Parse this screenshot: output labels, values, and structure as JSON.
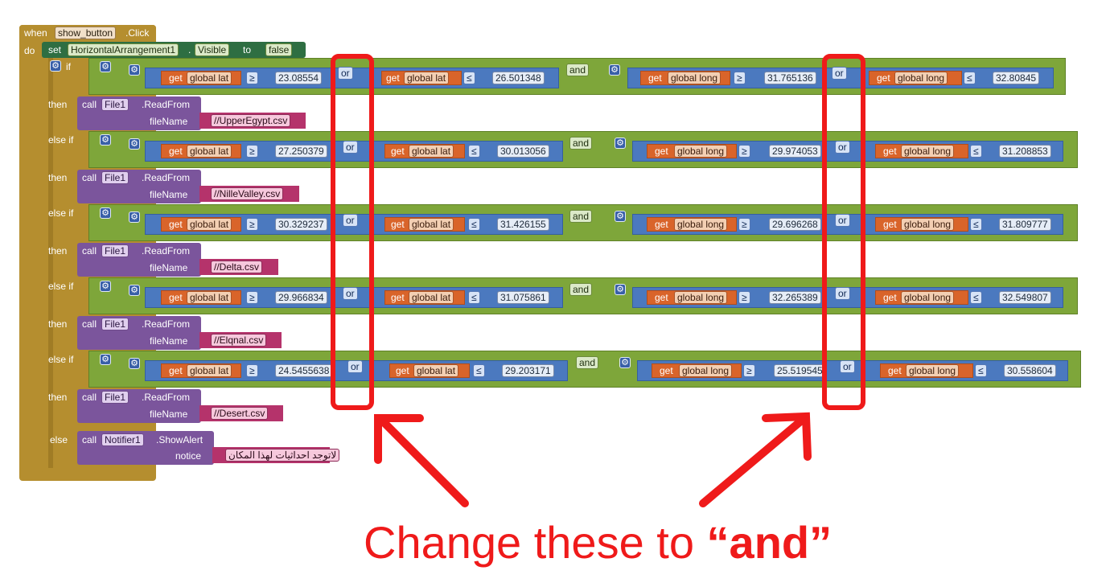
{
  "event": {
    "when": "when",
    "component": "show_button",
    "event_name": ".Click",
    "do": "do"
  },
  "set_block": {
    "set": "set",
    "component": "HorizontalArrangement1",
    "dot": ".",
    "property": "Visible",
    "to": "to",
    "value": "false"
  },
  "labels": {
    "if": "if",
    "else_if": "else if",
    "then": "then",
    "else": "else",
    "or": "or",
    "and": "and",
    "get": "get",
    "ge": "≥",
    "le": "≤"
  },
  "vars": {
    "lat": "global lat",
    "long": "global long"
  },
  "conditions": [
    {
      "lat_min": "23.08554",
      "lat_max": "26.501348",
      "long_min": "31.765136",
      "long_max": "32.80845"
    },
    {
      "lat_min": "27.250379",
      "lat_max": "30.013056",
      "long_min": "29.974053",
      "long_max": "31.208853"
    },
    {
      "lat_min": "30.329237",
      "lat_max": "31.426155",
      "long_min": "29.696268",
      "long_max": "31.809777"
    },
    {
      "lat_min": "29.966834",
      "lat_max": "31.075861",
      "long_min": "32.265389",
      "long_max": "32.549807"
    },
    {
      "lat_min": "24.5455638",
      "lat_max": "29.203171",
      "long_min": "25.519545",
      "long_max": "30.558604"
    }
  ],
  "calls": [
    {
      "component": "File1",
      "method": ".ReadFrom",
      "param": "fileName",
      "value": "//UpperEgypt.csv"
    },
    {
      "component": "File1",
      "method": ".ReadFrom",
      "param": "fileName",
      "value": "//NilleValley.csv"
    },
    {
      "component": "File1",
      "method": ".ReadFrom",
      "param": "fileName",
      "value": "//Delta.csv"
    },
    {
      "component": "File1",
      "method": ".ReadFrom",
      "param": "fileName",
      "value": "//Elqnal.csv"
    },
    {
      "component": "File1",
      "method": ".ReadFrom",
      "param": "fileName",
      "value": "//Desert.csv"
    }
  ],
  "else_call": {
    "call": "call",
    "component": "Notifier1",
    "method": ".ShowAlert",
    "param": "notice",
    "value": "لاتوجد احداثيات لهذا المكان"
  },
  "annotation": {
    "prefix": "Change these to ",
    "quoted": "“and”"
  }
}
